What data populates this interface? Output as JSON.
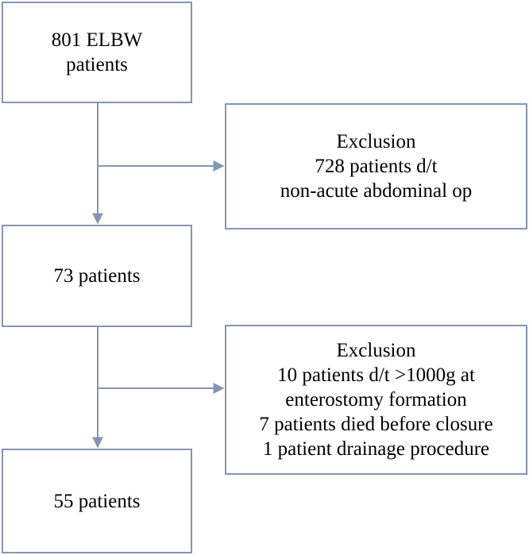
{
  "flow": {
    "main_boxes": [
      {
        "lines": [
          "801 ELBW",
          "patients"
        ]
      },
      {
        "lines": [
          "73 patients"
        ]
      },
      {
        "lines": [
          "55 patients"
        ]
      }
    ],
    "exclusion_boxes": [
      {
        "lines": [
          "Exclusion",
          "728 patients d/t",
          "non-acute abdominal op"
        ]
      },
      {
        "lines": [
          "Exclusion",
          "10 patients d/t >1000g at",
          "enterostomy formation",
          "7 patients died before closure",
          "1 patient drainage procedure"
        ]
      }
    ]
  },
  "colors": {
    "border": "#8496b0",
    "connector": "#8496b0",
    "text": "#000000"
  }
}
